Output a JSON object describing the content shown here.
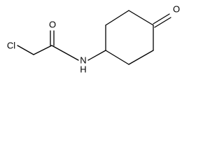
{
  "molecule": {
    "atom_labels": {
      "chlorine": "Cl",
      "amide_oxygen": "O",
      "nitrogen": "N",
      "nitrogen_hydrogen": "H",
      "ketone_oxygen": "O"
    },
    "colors": {
      "bond": "#000000",
      "label": "#000000",
      "background": "#ffffff"
    }
  }
}
